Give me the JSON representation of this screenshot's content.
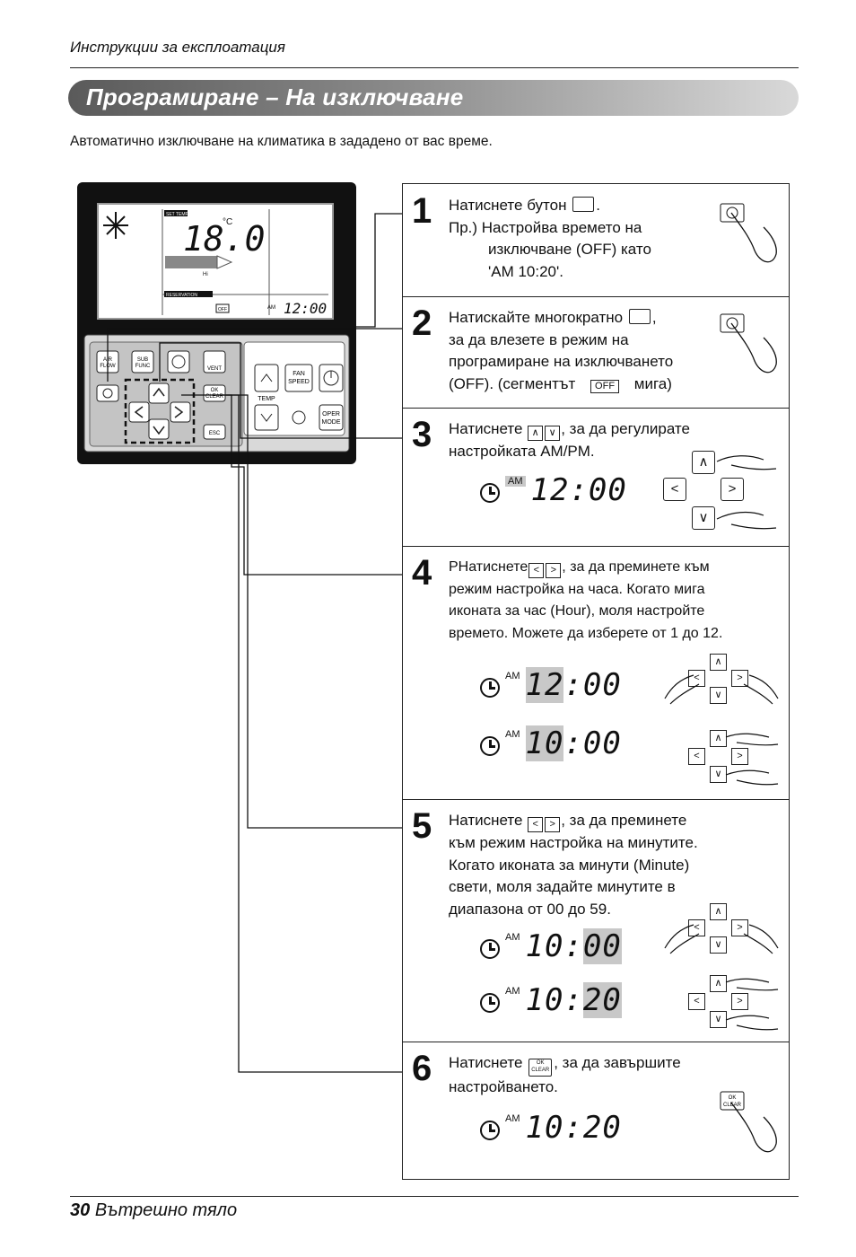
{
  "header": {
    "running_title": "Инструкции за експлоатация"
  },
  "title": "Програмиране – На изключване",
  "intro": "Автоматично изключване на климатика в зададено от вас време.",
  "remote": {
    "lcd": {
      "set_temp": "SET TEMP",
      "temp": "18.0",
      "unit": "°C",
      "fan": "Hi",
      "reservation": "RESERVATION",
      "off": "OFF",
      "am": "AM",
      "time": "12:00"
    },
    "buttons": {
      "air_flow": "AIR FLOW",
      "sub_func": "SUB FUNC",
      "vent": "VENT",
      "ok_clear": "OK CLEAR",
      "esc": "ESC",
      "fan_speed": "FAN SPEED",
      "temp": "TEMP",
      "oper_mode": "OPER MODE"
    }
  },
  "steps": [
    {
      "number": "1",
      "line1": "Натиснете бутон",
      "line1_end": ".",
      "line2": "Пр.) Настройва времето на",
      "line3": "изключване (OFF) като",
      "line4": "'AM 10:20'."
    },
    {
      "number": "2",
      "line1": "Натискайте многократно",
      "line1_end": ",",
      "line2": "за да влезете в режим на",
      "line3": "програмиране на изключването",
      "line4a": "(OFF). (сегментът",
      "off": "OFF",
      "line4b": "мига)"
    },
    {
      "number": "3",
      "line1a": "Натиснете",
      "line1b": ", за да регулирате",
      "line2": "настройката AM/PM.",
      "display": {
        "am": "AM",
        "time": "12:00"
      }
    },
    {
      "number": "4",
      "line1a": "PНатиснете",
      "line1b": ", за да преминете към",
      "line2": "режим настройка на часа. Когато мига",
      "line3": "иконата за час (Hour), моля настройте",
      "line4": "времето. Можете да изберете от 1 до 12.",
      "display1": {
        "am": "AM",
        "hour": "12",
        "min": ":00"
      },
      "display2": {
        "am": "AM",
        "hour": "10",
        "min": ":00"
      }
    },
    {
      "number": "5",
      "line1a": "Натиснете",
      "line1b": ", за да преминете",
      "line2": "към режим настройка на минутите.",
      "line3": "Когато иконата за минути (Minute)",
      "line4": "свети, моля задайте минутите в",
      "line5": "диапазона от 00 до 59.",
      "display1": {
        "am": "AM",
        "hour": "10:",
        "min": "00"
      },
      "display2": {
        "am": "AM",
        "hour": "10:",
        "min": "20"
      }
    },
    {
      "number": "6",
      "line1a": "Натиснете",
      "line1b": ", за да завършите",
      "line2": "настройването.",
      "ok": "OK CLEAR",
      "display": {
        "am": "AM",
        "time": "10:20"
      }
    }
  ],
  "footer": {
    "page_number": "30",
    "section": "Вътрешно тяло"
  }
}
